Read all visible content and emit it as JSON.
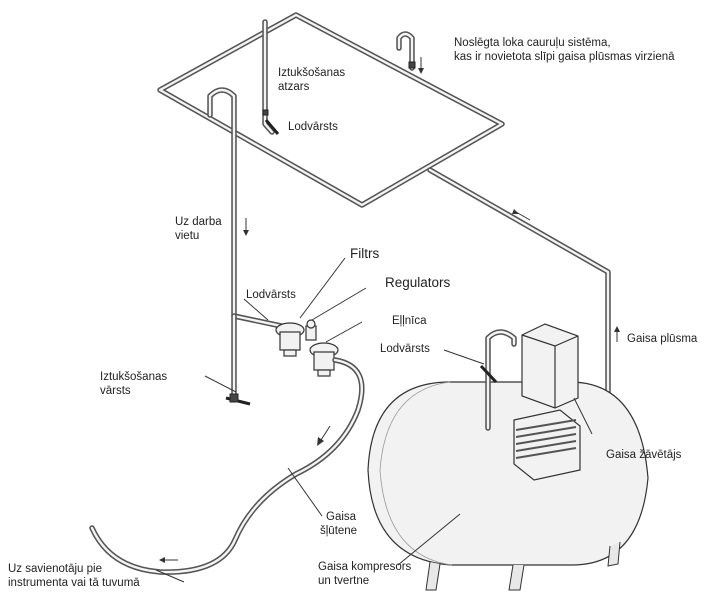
{
  "labels": {
    "closed_loop": "Noslēgta loka cauruļu sistēma,",
    "closed_loop_2": "kas ir novietota slīpi gaisa plūsmas virzienā",
    "drain_branch": "Iztukšošanas",
    "drain_branch_2": "atzars",
    "ball_valve_top": "Lodvārsts",
    "to_workplace": "Uz darba",
    "to_workplace_2": "vietu",
    "filter": "Filtrs",
    "regulator": "Regulators",
    "lubricator": "Eļļnīca",
    "ball_valve_left": "Lodvārsts",
    "ball_valve_right": "Lodvārsts",
    "drain_valve": "Iztukšošanas",
    "drain_valve_2": "vārsts",
    "air_flow": "Gaisa plūsma",
    "air_dryer": "Gaisa žāvētājs",
    "air_hose": "Gaisa",
    "air_hose_2": "šļūtene",
    "compressor": "Gaisa kompresors",
    "compressor_2": "un tvertne",
    "to_connection": "Uz savienotāju pie",
    "to_connection_2": "instrumenta vai tā tuvumā"
  },
  "colors": {
    "pipe_outline": "#555555",
    "pipe_fill": "#f4f4f4",
    "text": "#222222"
  }
}
